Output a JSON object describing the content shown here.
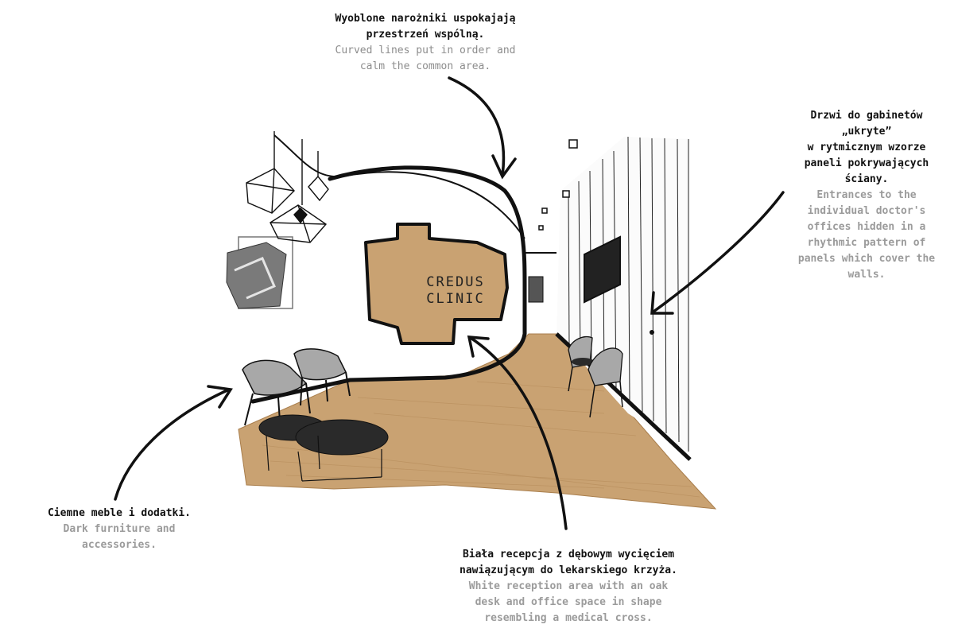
{
  "annotations": {
    "top": {
      "pl": "Wyoblone narożniki uspokajają\nprzestrzeń wspólną.",
      "en": "Curved lines put in order and\ncalm the common area."
    },
    "right": {
      "pl": "Drzwi do gabinetów\n„ukryte”\nw rytmicznym wzorze\npaneli pokrywających\nściany.",
      "en": "Entrances to the\nindividual doctor's\noffices hidden in a\nrhythmic pattern of\npanels which cover the\nwalls."
    },
    "left": {
      "pl": "Ciemne meble i dodatki.",
      "en": "Dark furniture and\naccessories."
    },
    "bottom": {
      "pl": "Biała recepcja z dębowym wycięciem\nnawiązującym do lekarskiego krzyża.",
      "en": "White reception area with an oak\ndesk and office space in shape\nresembling a medical cross."
    }
  },
  "sign": {
    "line1": "CREDUS",
    "line2": "CLINIC"
  },
  "colors": {
    "oak": "#c9a272",
    "oak_dark": "#a97e4c",
    "ink": "#111111",
    "chair": "#a8a8a8",
    "table": "#2a2a2a",
    "annotation_en": "#8a8a8a"
  }
}
